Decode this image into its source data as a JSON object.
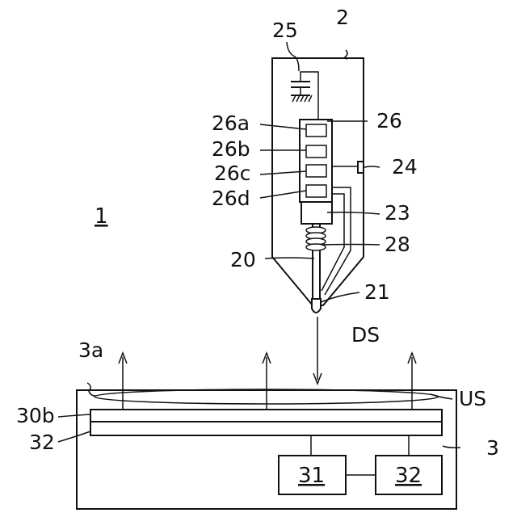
{
  "labels": {
    "pen": "2",
    "capacitor": "25",
    "ic": "26",
    "ic_a": "26a",
    "ic_b": "26b",
    "ic_c": "26c",
    "ic_d": "26d",
    "switch": "24",
    "core_holder": "23",
    "coil": "28",
    "core": "20",
    "tip": "21",
    "system": "1",
    "downlink_signal": "DS",
    "sensor_surface": "3a",
    "uplink_signal": "US",
    "electrode_30b": "30b",
    "electrode_32": "32",
    "tablet": "3",
    "controller": "31",
    "host": "32"
  }
}
